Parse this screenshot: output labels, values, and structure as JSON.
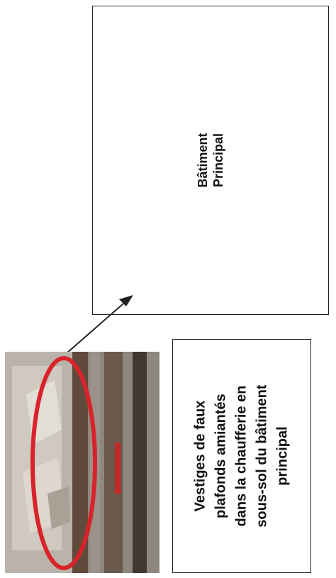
{
  "building": {
    "label_lines": [
      "Bâtiment",
      "Principal"
    ]
  },
  "caption": {
    "lines": [
      "Vestiges de faux",
      "plafonds amiantés",
      "dans la chaufferie en",
      "sous-sol du bâtiment",
      "principal"
    ]
  },
  "colors": {
    "highlight_ellipse": "#d8232a",
    "border": "#222222",
    "arrow": "#222222"
  }
}
